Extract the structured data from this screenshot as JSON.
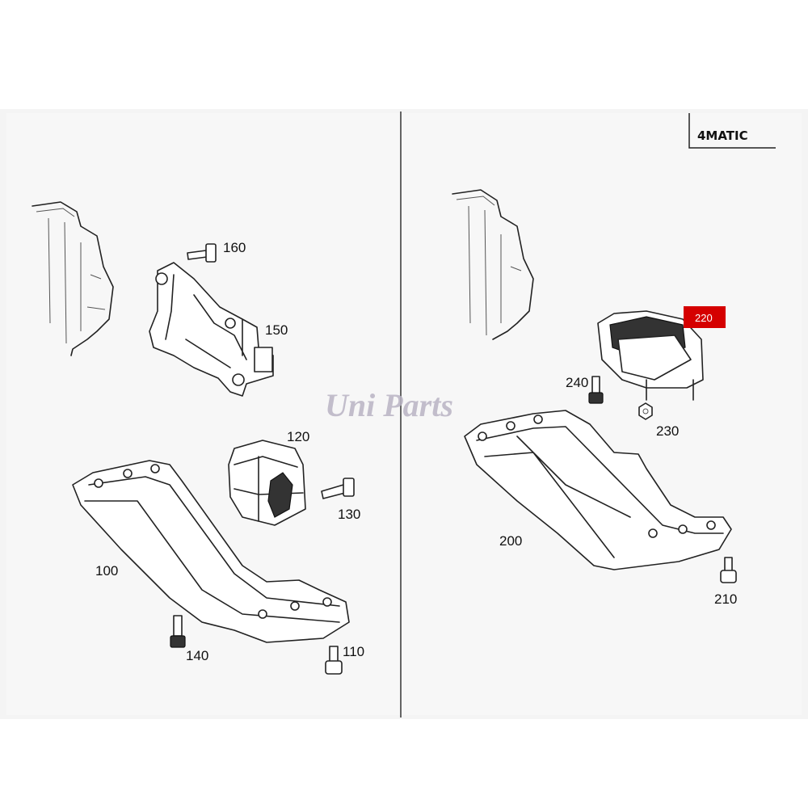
{
  "logo": {
    "text": "4MATIC"
  },
  "watermark": {
    "text": "Uni Parts"
  },
  "highlight_color": "#d50000",
  "left_panel": {
    "labels": {
      "p160": "160",
      "p150": "150",
      "p120": "120",
      "p130": "130",
      "p100": "100",
      "p140": "140",
      "p110": "110"
    }
  },
  "right_panel": {
    "labels": {
      "p220": "220",
      "p240": "240",
      "p230": "230",
      "p200": "200",
      "p210": "210"
    }
  }
}
